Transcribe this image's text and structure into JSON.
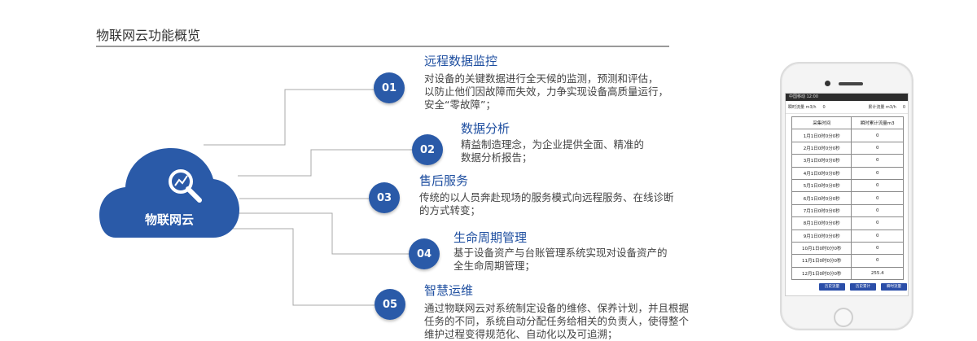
{
  "page": {
    "title": "物联网云功能概览"
  },
  "cloud": {
    "label": "物联网云"
  },
  "features": [
    {
      "num": "01",
      "title": "远程数据监控",
      "desc": [
        "对设备的关键数据进行全天候的监测，预测和评估，",
        "以防止他们因故障而失效，力争实现设备高质量运行，",
        "安全“零故障”；"
      ]
    },
    {
      "num": "02",
      "title": "数据分析",
      "desc": [
        "精益制造理念，为企业提供全面、精准的",
        "数据分析报告；"
      ]
    },
    {
      "num": "03",
      "title": "售后服务",
      "desc": [
        "传统的以人员奔赴现场的服务模式向远程服务、在线诊断",
        "的方式转变；"
      ]
    },
    {
      "num": "04",
      "title": "生命周期管理",
      "desc": [
        "基于设备资产与台账管理系统实现对设备资产的",
        "全生命周期管理；"
      ]
    },
    {
      "num": "05",
      "title": "智慧运维",
      "desc": [
        "通过物联网云对系统制定设备的维修、保养计划，并且根据",
        "任务的不同，系统自动分配任务给相关的负责人，使得整个",
        "维护过程变得规范化、自动化以及可追溯；"
      ]
    }
  ],
  "phone": {
    "status": "中国移动 12:00",
    "info": [
      {
        "label": "瞬时流量 m3/h",
        "value": "0"
      },
      {
        "label": "累计流量 m3/h",
        "value": "0"
      }
    ],
    "table": {
      "headers": [
        "采集时间",
        "瞬时累计流量m3"
      ],
      "rows": [
        [
          "1月1日0时0分0秒",
          "0"
        ],
        [
          "2月1日0时0分0秒",
          "0"
        ],
        [
          "3月1日0时0分0秒",
          "0"
        ],
        [
          "4月1日0时0分0秒",
          "0"
        ],
        [
          "5月1日0时0分0秒",
          "0"
        ],
        [
          "6月1日0时0分0秒",
          "0"
        ],
        [
          "7月1日0时0分0秒",
          "0"
        ],
        [
          "8月1日0时0分0秒",
          "0"
        ],
        [
          "9月1日0时0分0秒",
          "0"
        ],
        [
          "10月1日0时0分0秒",
          "0"
        ],
        [
          "11月1日0时0分0秒",
          "0"
        ],
        [
          "12月1日0时0分0秒",
          "255.4"
        ]
      ]
    },
    "buttons": [
      "历史流量",
      "历史累计",
      "瞬时流量"
    ]
  },
  "colors": {
    "accent": "#2a5aa8",
    "title_blue": "#1f4fa0",
    "line_gray": "#a8a8a8"
  }
}
